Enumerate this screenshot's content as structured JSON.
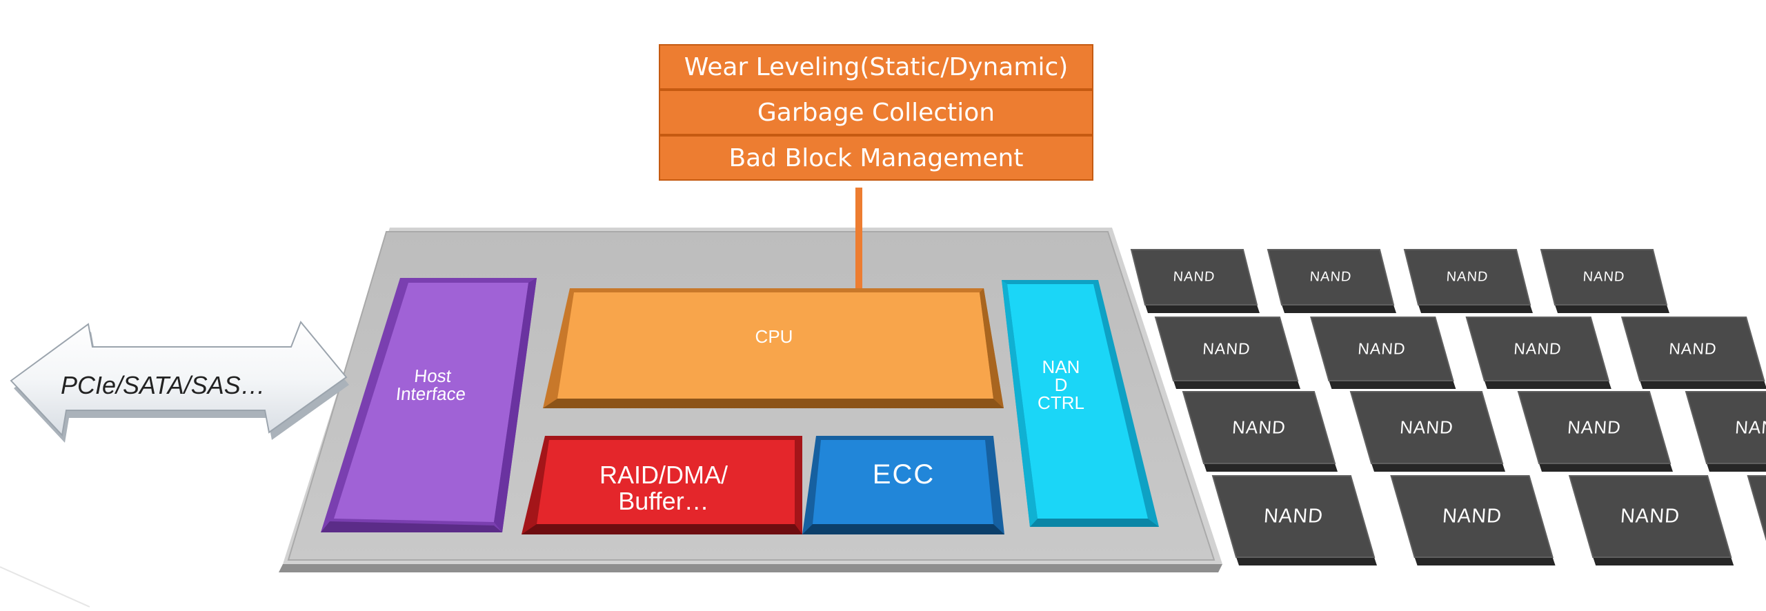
{
  "firmware_stack": {
    "items": [
      "Wear Leveling(Static/Dynamic)",
      "Garbage Collection",
      "Bad Block Management"
    ],
    "color": "#ed7d31"
  },
  "interface_arrow": {
    "label": "PCIe/SATA/SAS…"
  },
  "controller": {
    "host_interface": {
      "label": "Host\nInterface",
      "color": "#9b59d0"
    },
    "cpu": {
      "label": "CPU",
      "color": "#f8a54b"
    },
    "raid": {
      "label": "RAID/DMA/\nBuffer…",
      "color": "#e4262b"
    },
    "ecc": {
      "label": "ECC",
      "color": "#2186d9"
    },
    "nand_ctrl": {
      "label": "NAN\nD\nCTRL",
      "color": "#19d3f5"
    }
  },
  "nand_array": {
    "label": "NAND",
    "rows": 4,
    "columns": 4,
    "color": "#4a4a4a"
  }
}
